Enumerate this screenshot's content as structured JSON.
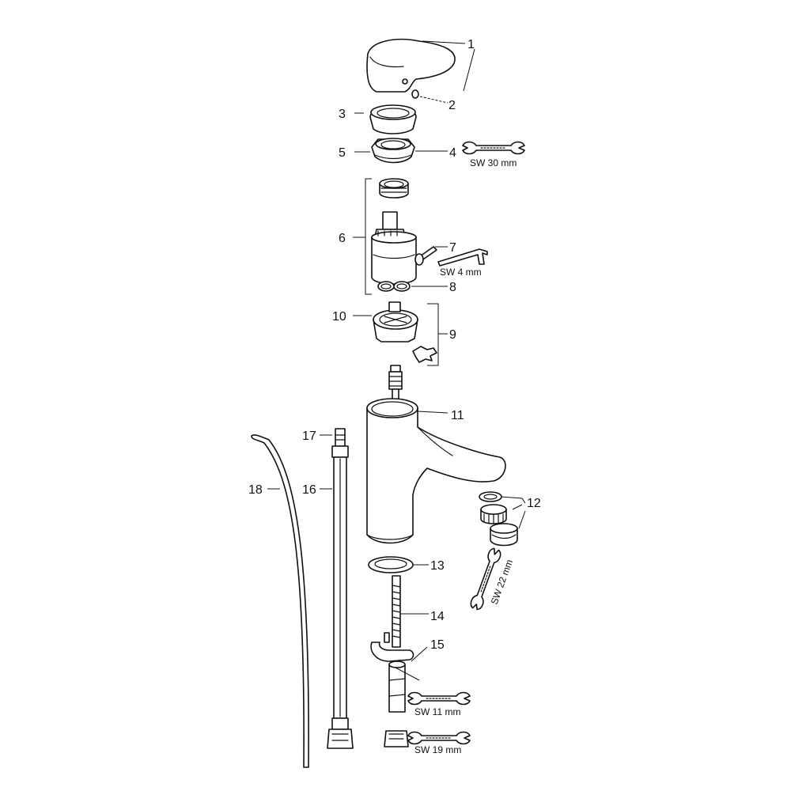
{
  "labels": {
    "p1": "1",
    "p2": "2",
    "p3": "3",
    "p4": "4",
    "p5": "5",
    "p6": "6",
    "p7": "7",
    "p8": "8",
    "p9": "9",
    "p10": "10",
    "p11": "11",
    "p12": "12",
    "p13": "13",
    "p14": "14",
    "p15": "15",
    "p16": "16",
    "p17": "17",
    "p18": "18"
  },
  "tools": {
    "sw30": "SW 30 mm",
    "sw4": "SW 4 mm",
    "sw22": "SW 22 mm",
    "sw11": "SW 11 mm",
    "sw19": "SW 19 mm"
  }
}
